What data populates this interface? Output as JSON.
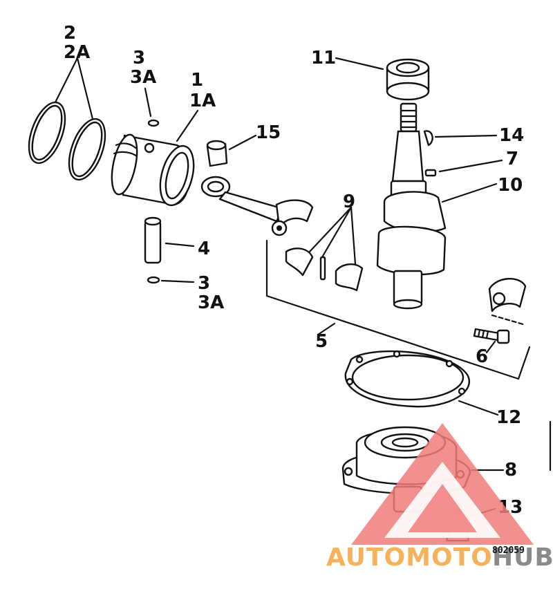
{
  "callouts": {
    "c2": "2",
    "c2a": "2A",
    "c3_top": "3",
    "c3a_top": "3A",
    "c1": "1",
    "c1a": "1A",
    "c15": "15",
    "c11": "11",
    "c14": "14",
    "c7": "7",
    "c10": "10",
    "c9": "9",
    "c4": "4",
    "c3_bottom": "3",
    "c3a_bottom": "3A",
    "c5": "5",
    "c6": "6",
    "c12": "12",
    "c8": "8",
    "c13": "13"
  },
  "figure_code": "802059",
  "watermark": {
    "text_auto": "AUTOMOTO",
    "text_hub": "HUB",
    "colors": {
      "triangle": "#f07b7b",
      "letters_orange": "#f5b25a",
      "letters_gray": "#8a8a8a"
    }
  }
}
